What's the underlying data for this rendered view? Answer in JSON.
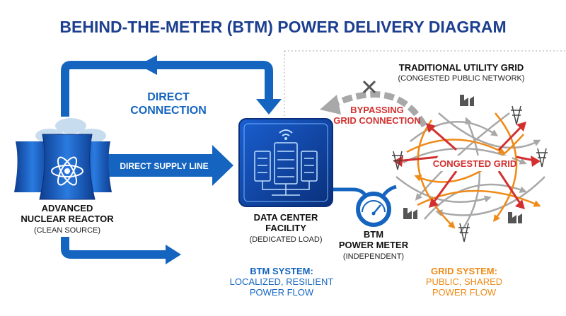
{
  "title": "BEHIND-THE-METER (BTM) POWER DELIVERY DIAGRAM",
  "reactor": {
    "name_line1": "ADVANCED",
    "name_line2": "NUCLEAR REACTOR",
    "sub": "(CLEAN SOURCE)"
  },
  "direct_connection": {
    "line1": "DIRECT",
    "line2": "CONNECTION"
  },
  "supply_line": "DIRECT SUPPLY LINE",
  "data_center": {
    "name_line1": "DATA CENTER",
    "name_line2": "FACILITY",
    "sub": "(DEDICATED LOAD)"
  },
  "meter": {
    "name_line1": "BTM",
    "name_line2": "POWER METER",
    "sub": "(INDEPENDENT)"
  },
  "bypass": {
    "line1": "BYPASSING",
    "line2": "GRID CONNECTION"
  },
  "utility": {
    "name": "TRADITIONAL UTILITY GRID",
    "sub": "(CONGESTED PUBLIC NETWORK)"
  },
  "congested": "CONGESTED GRID",
  "btm_system": {
    "line1": "BTM SYSTEM:",
    "line2": "LOCALIZED, RESILIENT",
    "line3": "POWER FLOW"
  },
  "grid_system": {
    "line1": "GRID SYSTEM:",
    "line2": "PUBLIC, SHARED",
    "line3": "POWER FLOW"
  },
  "colors": {
    "navy": "#1d3f8f",
    "blue": "#1565c0",
    "red": "#d32f2f",
    "orange": "#ef8a17",
    "gray": "#9e9e9e"
  }
}
